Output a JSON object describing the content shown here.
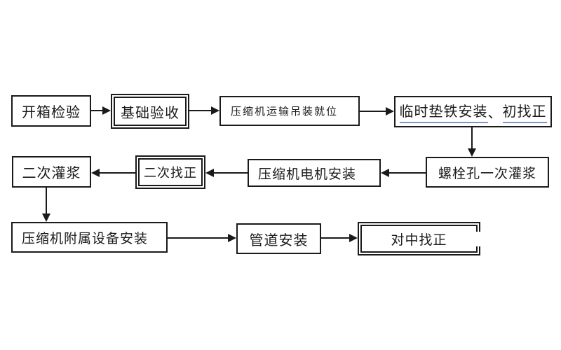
{
  "diagram": {
    "kind": "flowchart",
    "colors": {
      "line": "#1a1a1a",
      "text": "#1a1a1a",
      "underline": "#7e93cc",
      "background": "#ffffff"
    },
    "nodes": [
      {
        "label": "开箱检验",
        "border": "single"
      },
      {
        "label": "基础验收",
        "border": "double"
      },
      {
        "label": "压缩机运输吊装就位",
        "border": "single"
      },
      {
        "label": "临时垫铁安装、初找正",
        "border": "single",
        "segments": [
          {
            "text": "临时垫铁安装",
            "underline": true
          },
          {
            "text": "、",
            "underline": false
          },
          {
            "text": "初找正",
            "underline": true
          }
        ]
      },
      {
        "label": "螺栓孔一次灌浆",
        "border": "single"
      },
      {
        "label": "压缩机电机安装",
        "border": "single"
      },
      {
        "label": "二次找正",
        "border": "double"
      },
      {
        "label": "二次灌浆",
        "border": "single"
      },
      {
        "label": "压缩机附属设备安装",
        "border": "single"
      },
      {
        "label": "管道安装",
        "border": "single"
      },
      {
        "label": "对中找正",
        "border": "double"
      }
    ],
    "edges": [
      {
        "from": "开箱检验",
        "to": "基础验收"
      },
      {
        "from": "基础验收",
        "to": "压缩机运输吊装就位"
      },
      {
        "from": "压缩机运输吊装就位",
        "to": "临时垫铁安装、初找正"
      },
      {
        "from": "临时垫铁安装、初找正",
        "to": "螺栓孔一次灌浆"
      },
      {
        "from": "螺栓孔一次灌浆",
        "to": "压缩机电机安装"
      },
      {
        "from": "压缩机电机安装",
        "to": "二次找正"
      },
      {
        "from": "二次找正",
        "to": "二次灌浆"
      },
      {
        "from": "二次灌浆",
        "to": "压缩机附属设备安装"
      },
      {
        "from": "压缩机附属设备安装",
        "to": "管道安装"
      },
      {
        "from": "管道安装",
        "to": "对中找正"
      }
    ]
  }
}
